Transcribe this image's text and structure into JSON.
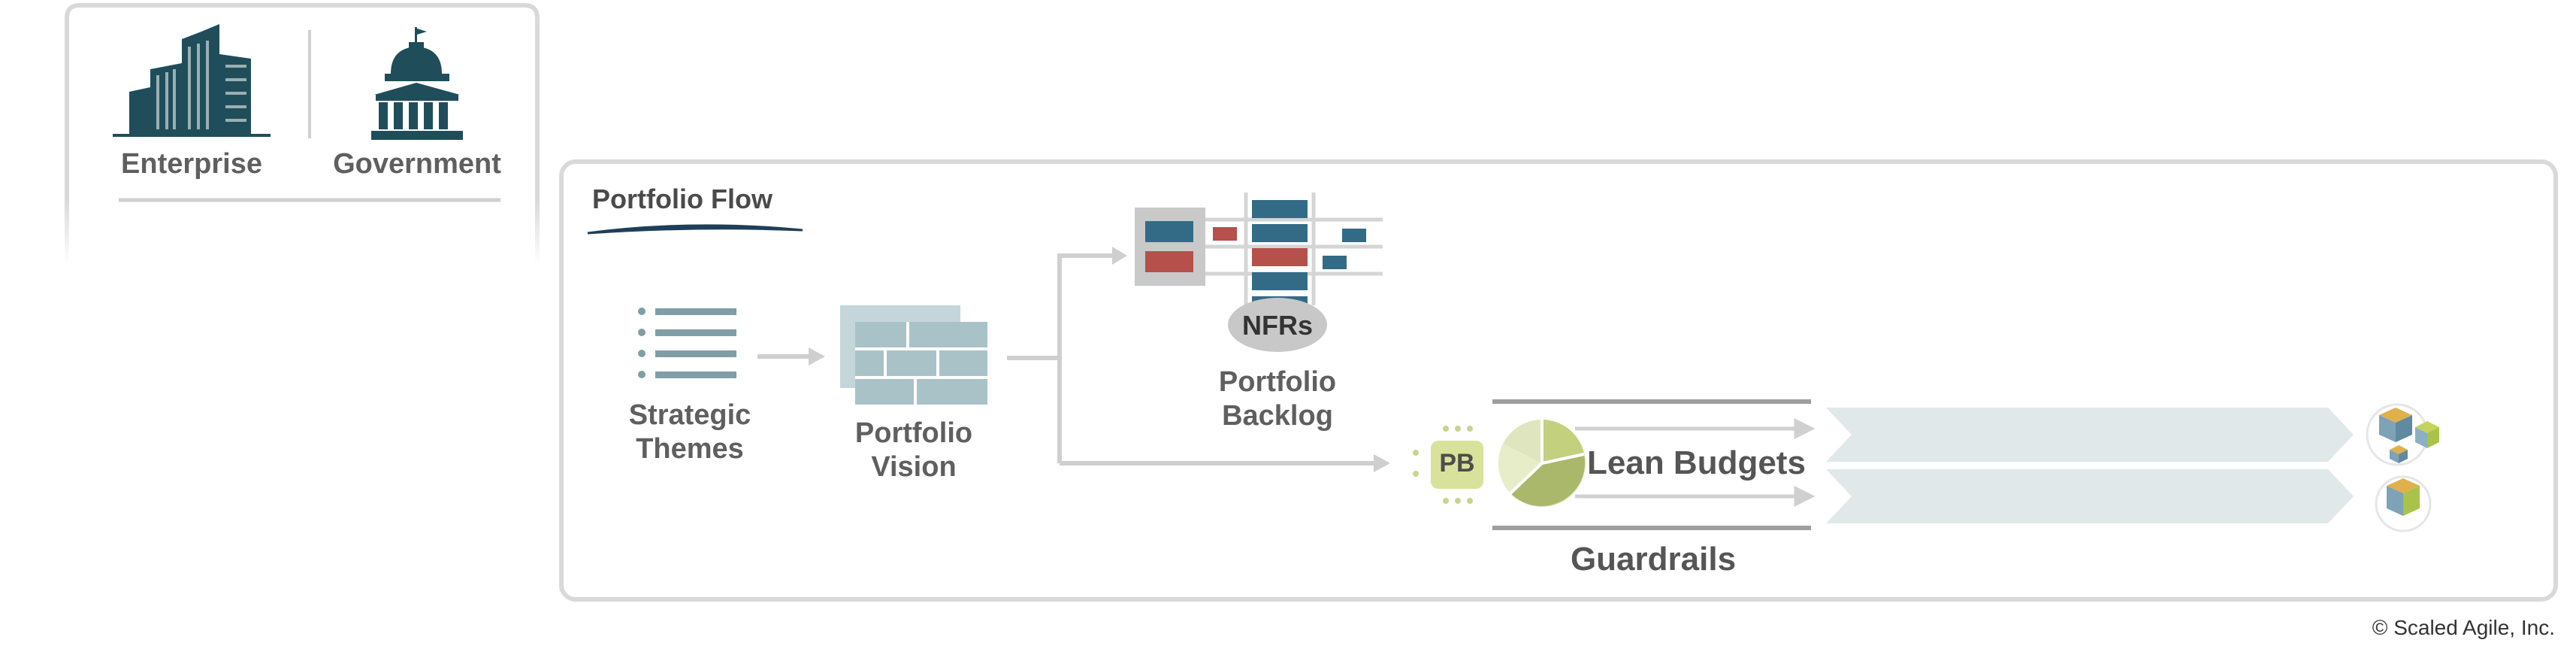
{
  "context": {
    "items": [
      {
        "label": "Enterprise",
        "icon": "enterprise-buildings-icon"
      },
      {
        "label": "Government",
        "icon": "government-capitol-icon"
      }
    ]
  },
  "portfolio_flow": {
    "title": "Portfolio Flow",
    "strategic_themes": "Strategic Themes",
    "portfolio_vision": "Portfolio Vision",
    "portfolio_backlog": "Portfolio Backlog",
    "nfrs": "NFRs",
    "pb": "PB",
    "lean_budgets": "Lean Budgets",
    "guardrails": "Guardrails"
  },
  "copyright": "© Scaled Agile, Inc.",
  "colors": {
    "dark_teal": "#1f4e5a",
    "blue": "#336b87",
    "red": "#b5504a",
    "light_gray": "#cfcfcf",
    "frame_gray": "#d9d9d9",
    "chevron": "#e1e8ea",
    "green": "#a9bd6b"
  }
}
